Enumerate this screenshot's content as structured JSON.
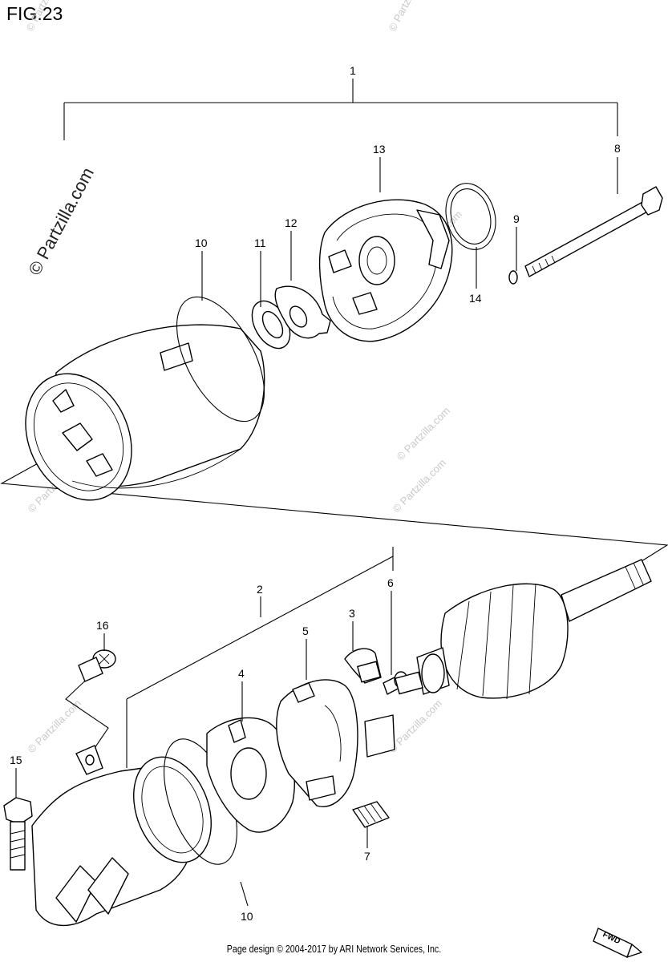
{
  "figure": {
    "title": "FIG.23"
  },
  "footer": {
    "text": "Page design © 2004-2017 by ARI Network Services, Inc."
  },
  "watermark": {
    "text": "© Partzilla.com"
  },
  "direction_badge": {
    "label": "FWD"
  },
  "callouts": {
    "c1": "1",
    "c2": "2",
    "c3": "3",
    "c4": "4",
    "c5": "5",
    "c6": "6",
    "c7": "7",
    "c8": "8",
    "c9": "9",
    "c10a": "10",
    "c10b": "10",
    "c11": "11",
    "c12": "12",
    "c13": "13",
    "c14": "14",
    "c15": "15",
    "c16": "16"
  },
  "colors": {
    "line": "#000000",
    "watermark": "#c9c9c9",
    "background": "#ffffff"
  }
}
